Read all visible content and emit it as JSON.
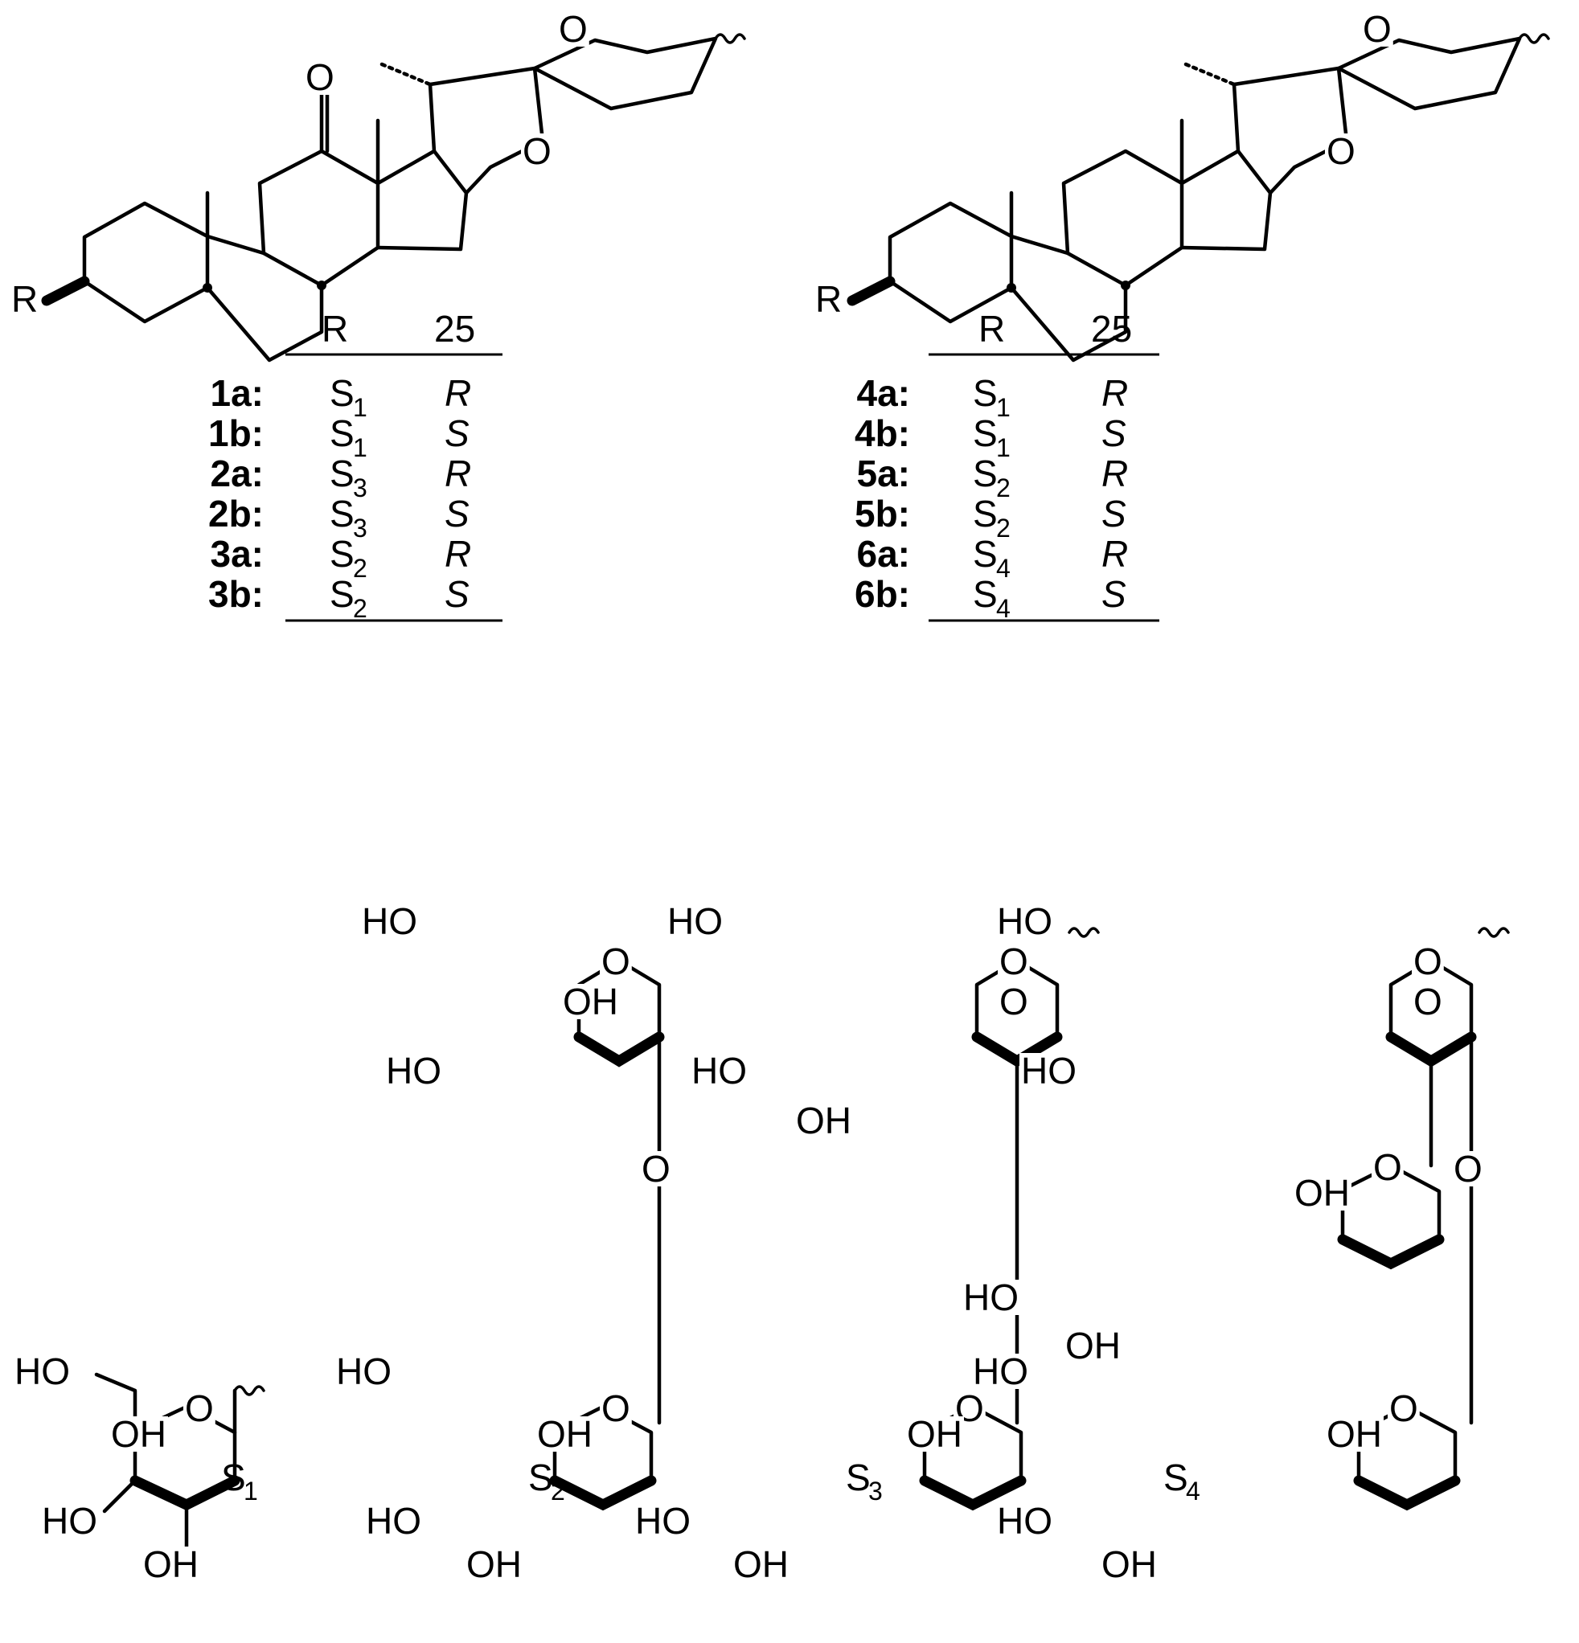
{
  "figure": {
    "atoms": {
      "O": "O",
      "R": "R",
      "HO": "HO",
      "OH": "OH"
    },
    "tables": [
      {
        "header": {
          "r": "R",
          "c25": "25"
        },
        "rows": [
          {
            "id": "1a:",
            "s": "S",
            "n": "1",
            "cfg": "R"
          },
          {
            "id": "1b:",
            "s": "S",
            "n": "1",
            "cfg": "S"
          },
          {
            "id": "2a:",
            "s": "S",
            "n": "3",
            "cfg": "R"
          },
          {
            "id": "2b:",
            "s": "S",
            "n": "3",
            "cfg": "S"
          },
          {
            "id": "3a:",
            "s": "S",
            "n": "2",
            "cfg": "R"
          },
          {
            "id": "3b:",
            "s": "S",
            "n": "2",
            "cfg": "S"
          }
        ]
      },
      {
        "header": {
          "r": "R",
          "c25": "25"
        },
        "rows": [
          {
            "id": "4a:",
            "s": "S",
            "n": "1",
            "cfg": "R"
          },
          {
            "id": "4b:",
            "s": "S",
            "n": "1",
            "cfg": "S"
          },
          {
            "id": "5a:",
            "s": "S",
            "n": "2",
            "cfg": "R"
          },
          {
            "id": "5b:",
            "s": "S",
            "n": "2",
            "cfg": "S"
          },
          {
            "id": "6a:",
            "s": "S",
            "n": "4",
            "cfg": "R"
          },
          {
            "id": "6b:",
            "s": "S",
            "n": "4",
            "cfg": "S"
          }
        ]
      }
    ],
    "sugar_labels": [
      {
        "s": "S",
        "n": "1"
      },
      {
        "s": "S",
        "n": "2"
      },
      {
        "s": "S",
        "n": "3"
      },
      {
        "s": "S",
        "n": "4"
      }
    ]
  }
}
